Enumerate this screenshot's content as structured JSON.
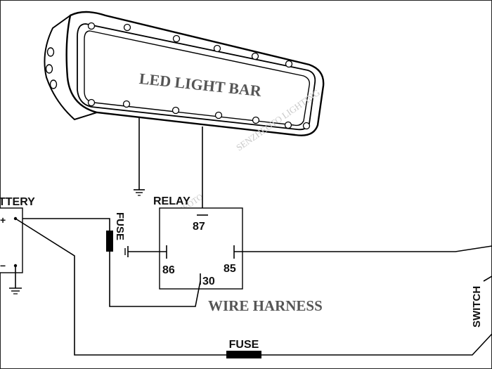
{
  "light_bar": {
    "title": "LED LIGHT BAR"
  },
  "battery": {
    "label": "TTERY",
    "plus": "+",
    "minus": "−"
  },
  "relay": {
    "label": "RELAY",
    "pin_87": "87",
    "pin_86": "86",
    "pin_85": "85",
    "pin_30": "30"
  },
  "fuse_top": {
    "label": "FUSE"
  },
  "fuse_bottom": {
    "label": "FUSE"
  },
  "switch": {
    "label": "SWITCH"
  },
  "harness": {
    "label": "WIRE HARNESS"
  },
  "watermark": {
    "text": "SENZHEOTO  LIGHTING",
    "text2": "SENZHEOTO"
  }
}
